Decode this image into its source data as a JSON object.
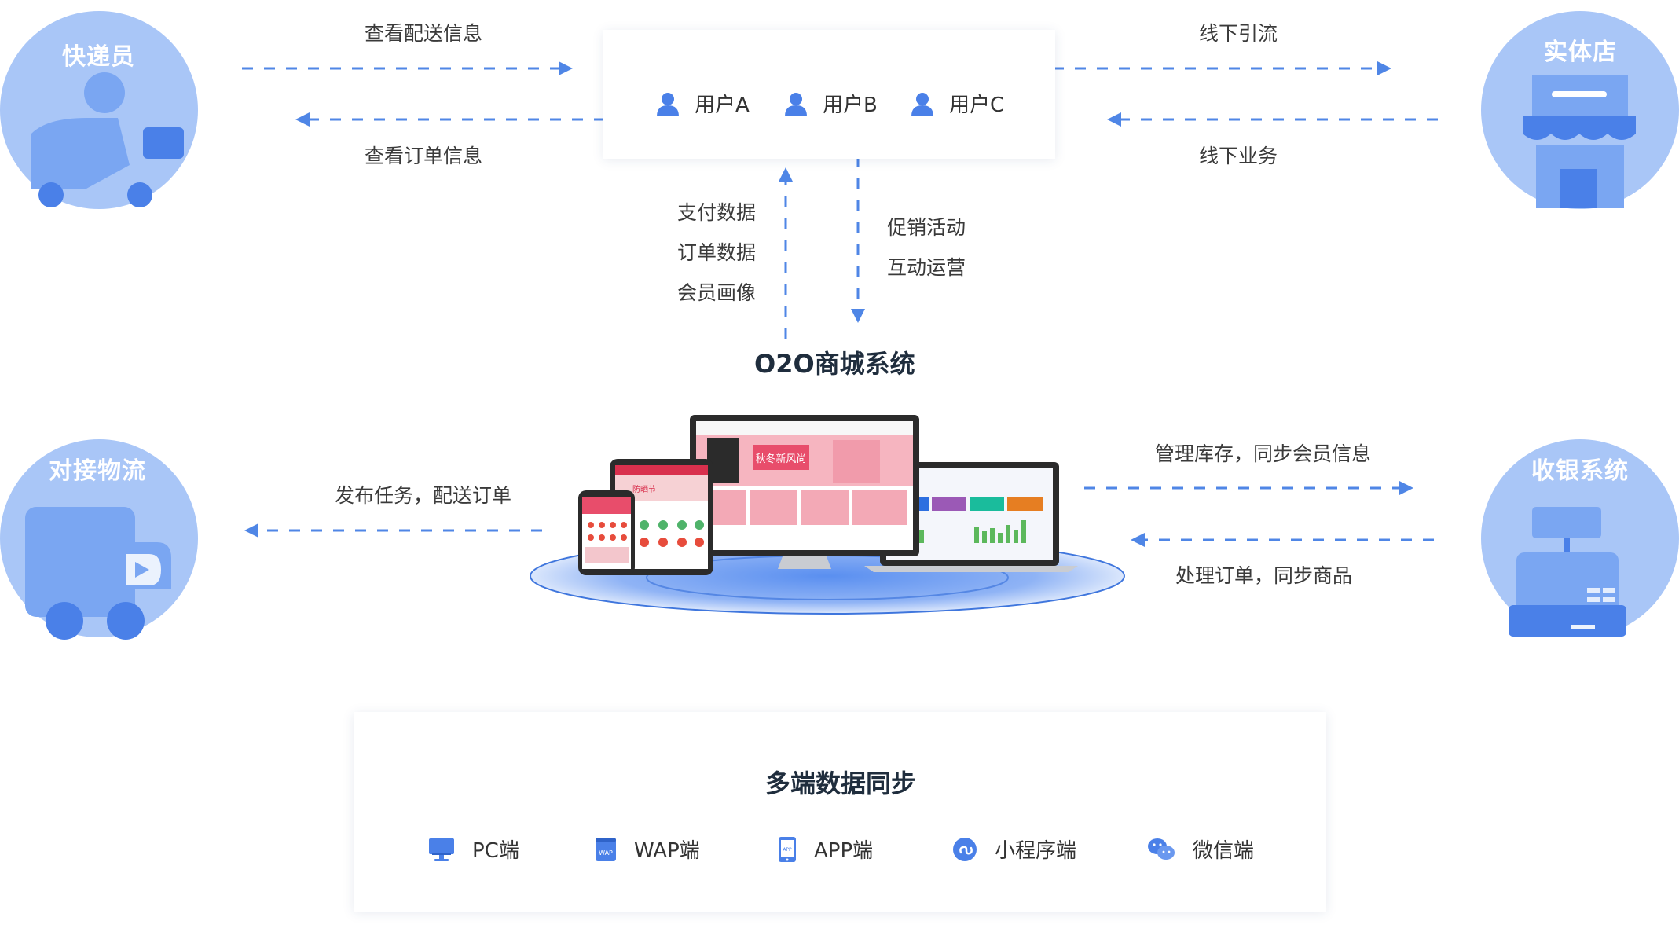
{
  "nodes": {
    "courier": "快递员",
    "store": "实体店",
    "logistics": "对接物流",
    "cashier": "收银系统"
  },
  "users": [
    "用户A",
    "用户B",
    "用户C"
  ],
  "flows": {
    "view_delivery": "查看配送信息",
    "view_orders": "查看订单信息",
    "offline_traffic": "线下引流",
    "offline_business": "线下业务",
    "pay_data": "支付数据",
    "order_data": "订单数据",
    "member_profile": "会员画像",
    "promotion": "促销活动",
    "interaction": "互动运营",
    "publish_task": "发布任务，配送订单",
    "manage_stock": "管理库存，同步会员信息",
    "process_orders": "处理订单，同步商品"
  },
  "system_title": "O2O商城系统",
  "sync": {
    "title": "多端数据同步",
    "platforms": [
      {
        "label": "PC端",
        "icon": "monitor-icon"
      },
      {
        "label": "WAP端",
        "icon": "wap-icon"
      },
      {
        "label": "APP端",
        "icon": "app-phone-icon"
      },
      {
        "label": "小程序端",
        "icon": "mini-program-icon"
      },
      {
        "label": "微信端",
        "icon": "wechat-icon"
      }
    ]
  },
  "device_text": {
    "ad_banner": "秋冬新风尚",
    "tablet_banner": "防晒节"
  },
  "colors": {
    "accent": "#4a7fe0",
    "circle_light": "#a9c6f7",
    "circle_shape": "#7aa6f2",
    "dash": "#4f86e6"
  }
}
